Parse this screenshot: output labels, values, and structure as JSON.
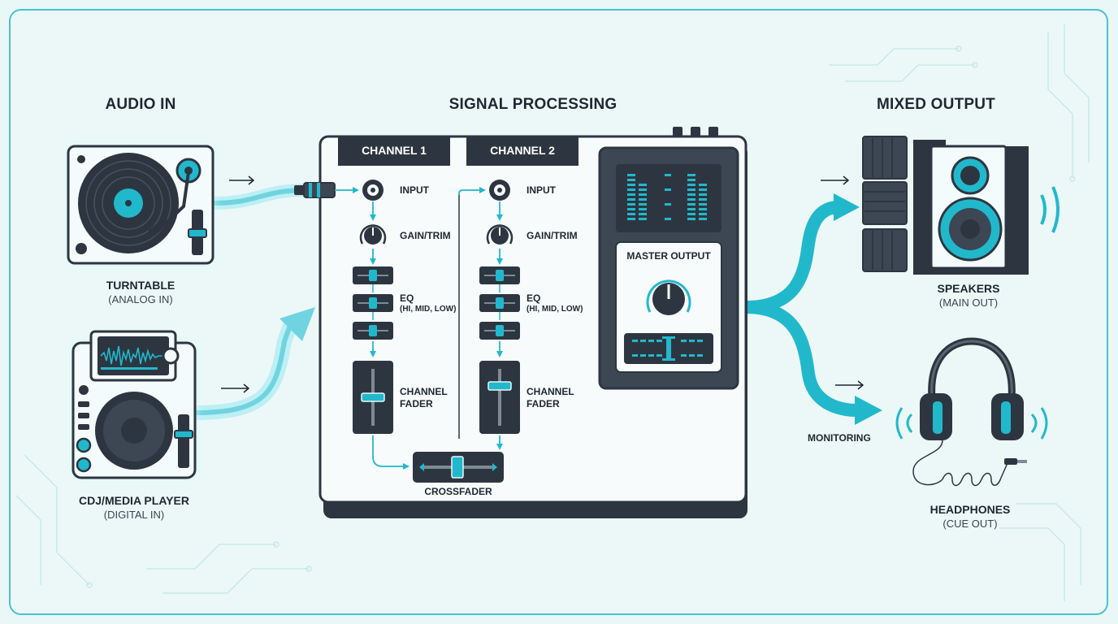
{
  "sections": {
    "audio_in": "AUDIO IN",
    "signal_processing": "SIGNAL PROCESSING",
    "mixed_output": "MIXED OUTPUT"
  },
  "sources": {
    "turntable": {
      "name": "TURNTABLE",
      "sub": "(ANALOG IN)"
    },
    "cdj": {
      "name": "CDJ/MEDIA PLAYER",
      "sub": "(DIGITAL IN)"
    }
  },
  "mixer": {
    "channel1": "CHANNEL 1",
    "channel2": "CHANNEL 2",
    "input": "INPUT",
    "gain": "GAIN/TRIM",
    "eq": "EQ",
    "eq_bands": "(HI, MID, LOW)",
    "channel_fader_line1": "CHANNEL",
    "channel_fader_line2": "FADER",
    "crossfader": "CROSSFADER",
    "master": "MASTER OUTPUT"
  },
  "outputs": {
    "speakers": {
      "name": "SPEAKERS",
      "sub": "(MAIN OUT)"
    },
    "monitoring": "MONITORING",
    "headphones": {
      "name": "HEADPHONES",
      "sub": "(CUE OUT)"
    }
  },
  "colors": {
    "accent": "#22b8cc",
    "dark": "#2d3640",
    "frame": "#46c3d0",
    "background": "#eaf7f7"
  }
}
